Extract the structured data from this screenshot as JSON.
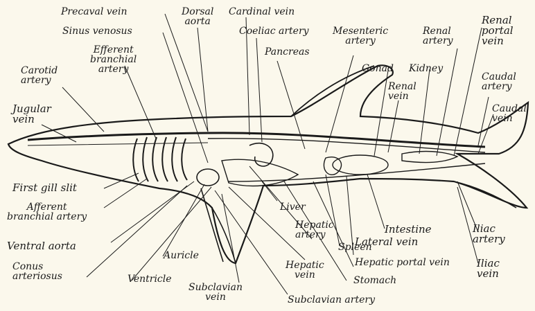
{
  "labels": {
    "precaval_vein": "Precaval vein",
    "dorsal_aorta": "Dorsal\naorta",
    "cardinal_vein": "Cardinal vein",
    "renal_portal_vein": "Renal\nportal\nvein",
    "sinus_venosus": "Sinus venosus",
    "coeliac_artery": "Coeliac artery",
    "mesenteric_artery": "Mesenteric\nartery",
    "renal_artery": "Renal\nartery",
    "efferent_branchial_artery": "Efferent\nbranchial\nartery",
    "pancreas": "Pancreas",
    "gonad": "Gonad",
    "kidney": "Kidney",
    "caudal_artery": "Caudal\nartery",
    "carotid_artery": "Carotid\nartery",
    "renal_vein": "Renal\nvein",
    "caudal_vein": "Caudal\nvein",
    "jugular_vein": "Jugular\nvein",
    "first_gill_slit": "First gill slit",
    "afferent_branchial_artery": "Afferent\nbranchial artery",
    "liver": "Liver",
    "intestine": "Intestine",
    "spleen": "Spleen",
    "hepatic_artery": "Hepatic\nartery",
    "lateral_vein": "Lateral vein",
    "iliac_artery": "Iliac\nartery",
    "ventral_aorta": "Ventral aorta",
    "auricle": "Auricle",
    "hepatic_vein": "Hepatic\nvein",
    "hepatic_portal_vein": "Hepatic portal vein",
    "iliac_vein": "Iliac\nvein",
    "conus_arteriosus": "Conus\narteriosus",
    "ventricle": "Ventricle",
    "subclavian_vein": "Subclavian\nvein",
    "stomach": "Stomach",
    "subclavian_artery": "Subclavian artery"
  }
}
